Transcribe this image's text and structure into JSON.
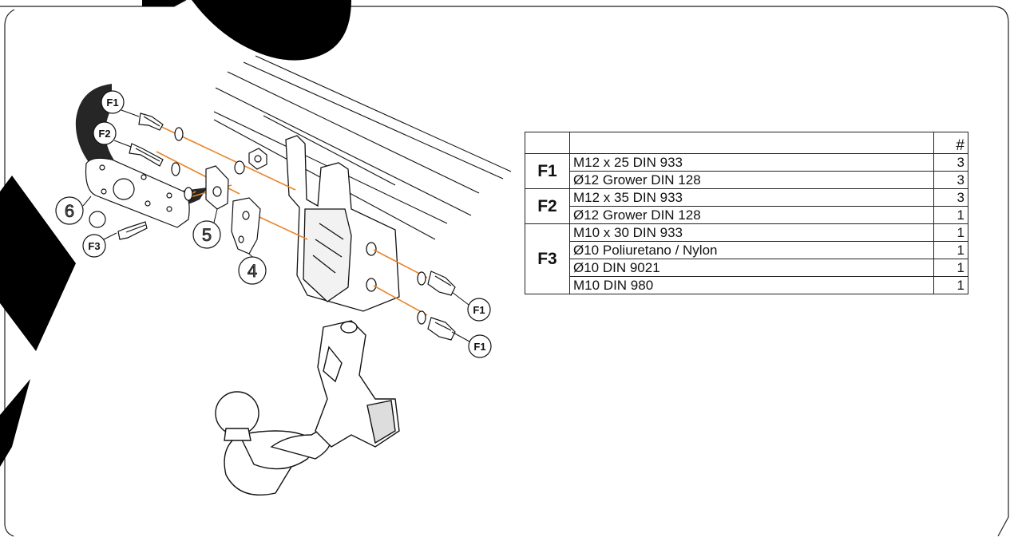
{
  "callouts": {
    "f1_top": "F1",
    "f2": "F2",
    "f3": "F3",
    "f1_right_a": "F1",
    "f1_right_b": "F1",
    "part_6": "6",
    "part_5": "5",
    "part_4": "4"
  },
  "table": {
    "header_qty": "#",
    "groups": [
      {
        "label": "F1",
        "rows": [
          {
            "desc": "M12 x 25 DIN 933",
            "qty": "3"
          },
          {
            "desc": "Ø12 Grower DIN 128",
            "qty": "3"
          }
        ]
      },
      {
        "label": "F2",
        "rows": [
          {
            "desc": "M12 x 35 DIN 933",
            "qty": "3"
          },
          {
            "desc": "Ø12 Grower DIN 128",
            "qty": "1"
          }
        ]
      },
      {
        "label": "F3",
        "rows": [
          {
            "desc": "M10 x 30 DIN 933",
            "qty": "1"
          },
          {
            "desc": "Ø10 Poliuretano / Nylon",
            "qty": "1"
          },
          {
            "desc": "Ø10 DIN 9021",
            "qty": "1"
          },
          {
            "desc": "M10 DIN 980",
            "qty": "1"
          }
        ]
      }
    ]
  },
  "colors": {
    "assembly_line": "#e8862a",
    "watermark": "#000000",
    "outline": "#111111"
  },
  "icons": [
    "bolt-icon",
    "washer-icon",
    "nut-icon",
    "tow-ball-icon",
    "vehicle-frame-icon"
  ]
}
